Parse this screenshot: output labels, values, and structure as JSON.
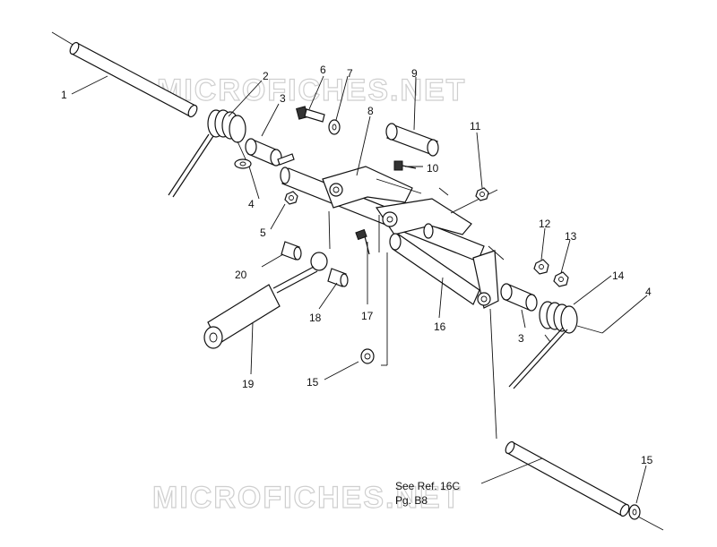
{
  "watermark": "MICROFICHES.NET",
  "reference_note": {
    "line1": "See Ref. 16C",
    "line2": "Pg. B8"
  },
  "callouts": [
    {
      "id": "c1",
      "label": "1"
    },
    {
      "id": "c2",
      "label": "2"
    },
    {
      "id": "c3a",
      "label": "3"
    },
    {
      "id": "c3b",
      "label": "3"
    },
    {
      "id": "c4a",
      "label": "4"
    },
    {
      "id": "c4b",
      "label": "4"
    },
    {
      "id": "c5",
      "label": "5"
    },
    {
      "id": "c6",
      "label": "6"
    },
    {
      "id": "c7",
      "label": "7"
    },
    {
      "id": "c8",
      "label": "8"
    },
    {
      "id": "c9",
      "label": "9"
    },
    {
      "id": "c10",
      "label": "10"
    },
    {
      "id": "c11",
      "label": "11"
    },
    {
      "id": "c12",
      "label": "12"
    },
    {
      "id": "c13",
      "label": "13"
    },
    {
      "id": "c14",
      "label": "14"
    },
    {
      "id": "c15a",
      "label": "15"
    },
    {
      "id": "c15b",
      "label": "15"
    },
    {
      "id": "c16",
      "label": "16"
    },
    {
      "id": "c17",
      "label": "17"
    },
    {
      "id": "c18",
      "label": "18"
    },
    {
      "id": "c19",
      "label": "19"
    },
    {
      "id": "c20",
      "label": "20"
    }
  ]
}
